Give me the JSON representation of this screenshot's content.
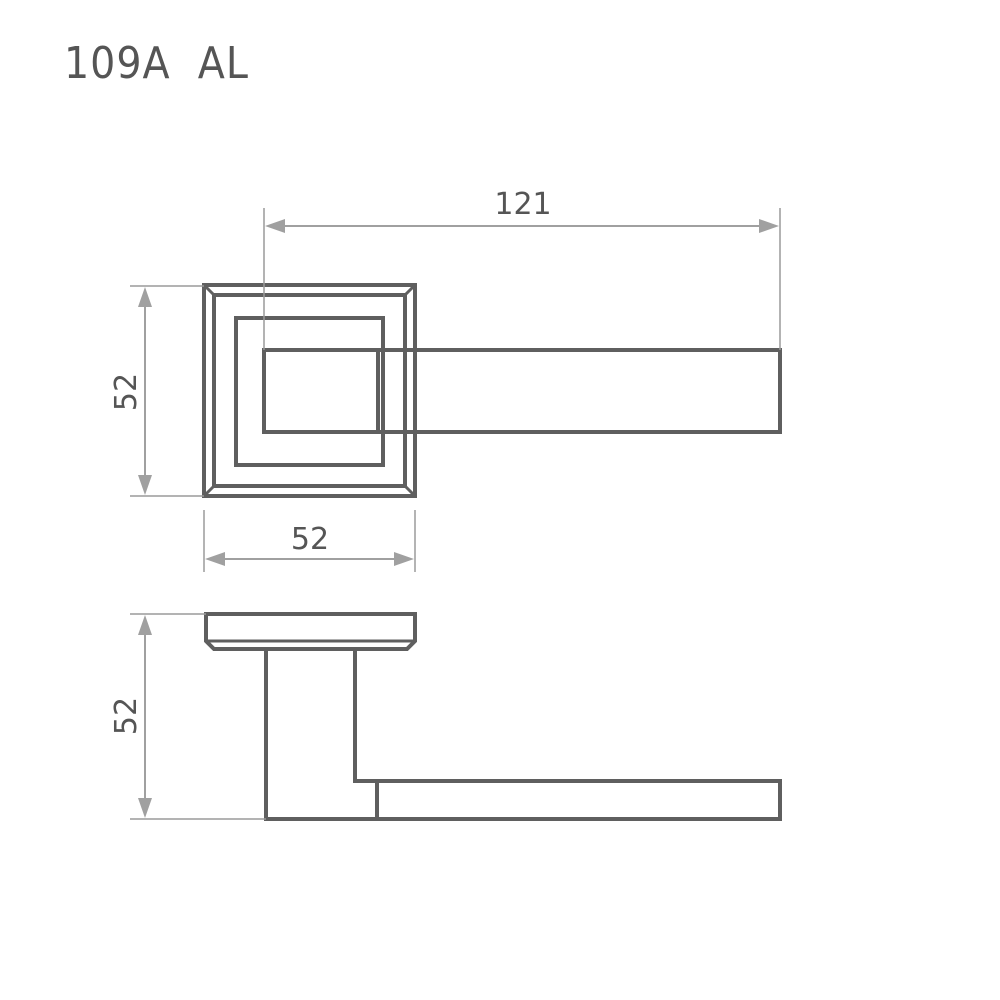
{
  "title": "109A  AL",
  "dimensions": {
    "overall_length": "121",
    "rosette_height": "52",
    "rosette_width": "52",
    "projection": "52"
  },
  "colors": {
    "outline": "#5f5f5f",
    "dimension": "#a0a0a0",
    "text": "#555555"
  }
}
